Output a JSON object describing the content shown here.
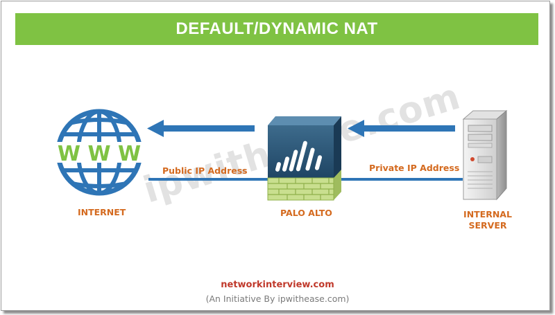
{
  "title": "DEFAULT/DYNAMIC NAT",
  "watermark": "ipwithease.com",
  "nodes": {
    "internet": {
      "label": "INTERNET",
      "icon": "www-globe-icon",
      "glyph_text": "W W W"
    },
    "firewall": {
      "label": "PALO ALTO",
      "icon": "palo-alto-firewall-icon"
    },
    "server": {
      "label_line1": "INTERNAL",
      "label_line2": "SERVER",
      "icon": "server-tower-icon"
    }
  },
  "links": {
    "public": "Public IP Address",
    "private": "Private IP Address"
  },
  "footer": {
    "site": "networkinterview.com",
    "tagline": "(An Initiative By ipwithease.com)"
  },
  "colors": {
    "banner": "#7fc243",
    "accent_blue": "#2e75b6",
    "label_orange": "#d46a1f",
    "footer_red": "#c0392b"
  }
}
